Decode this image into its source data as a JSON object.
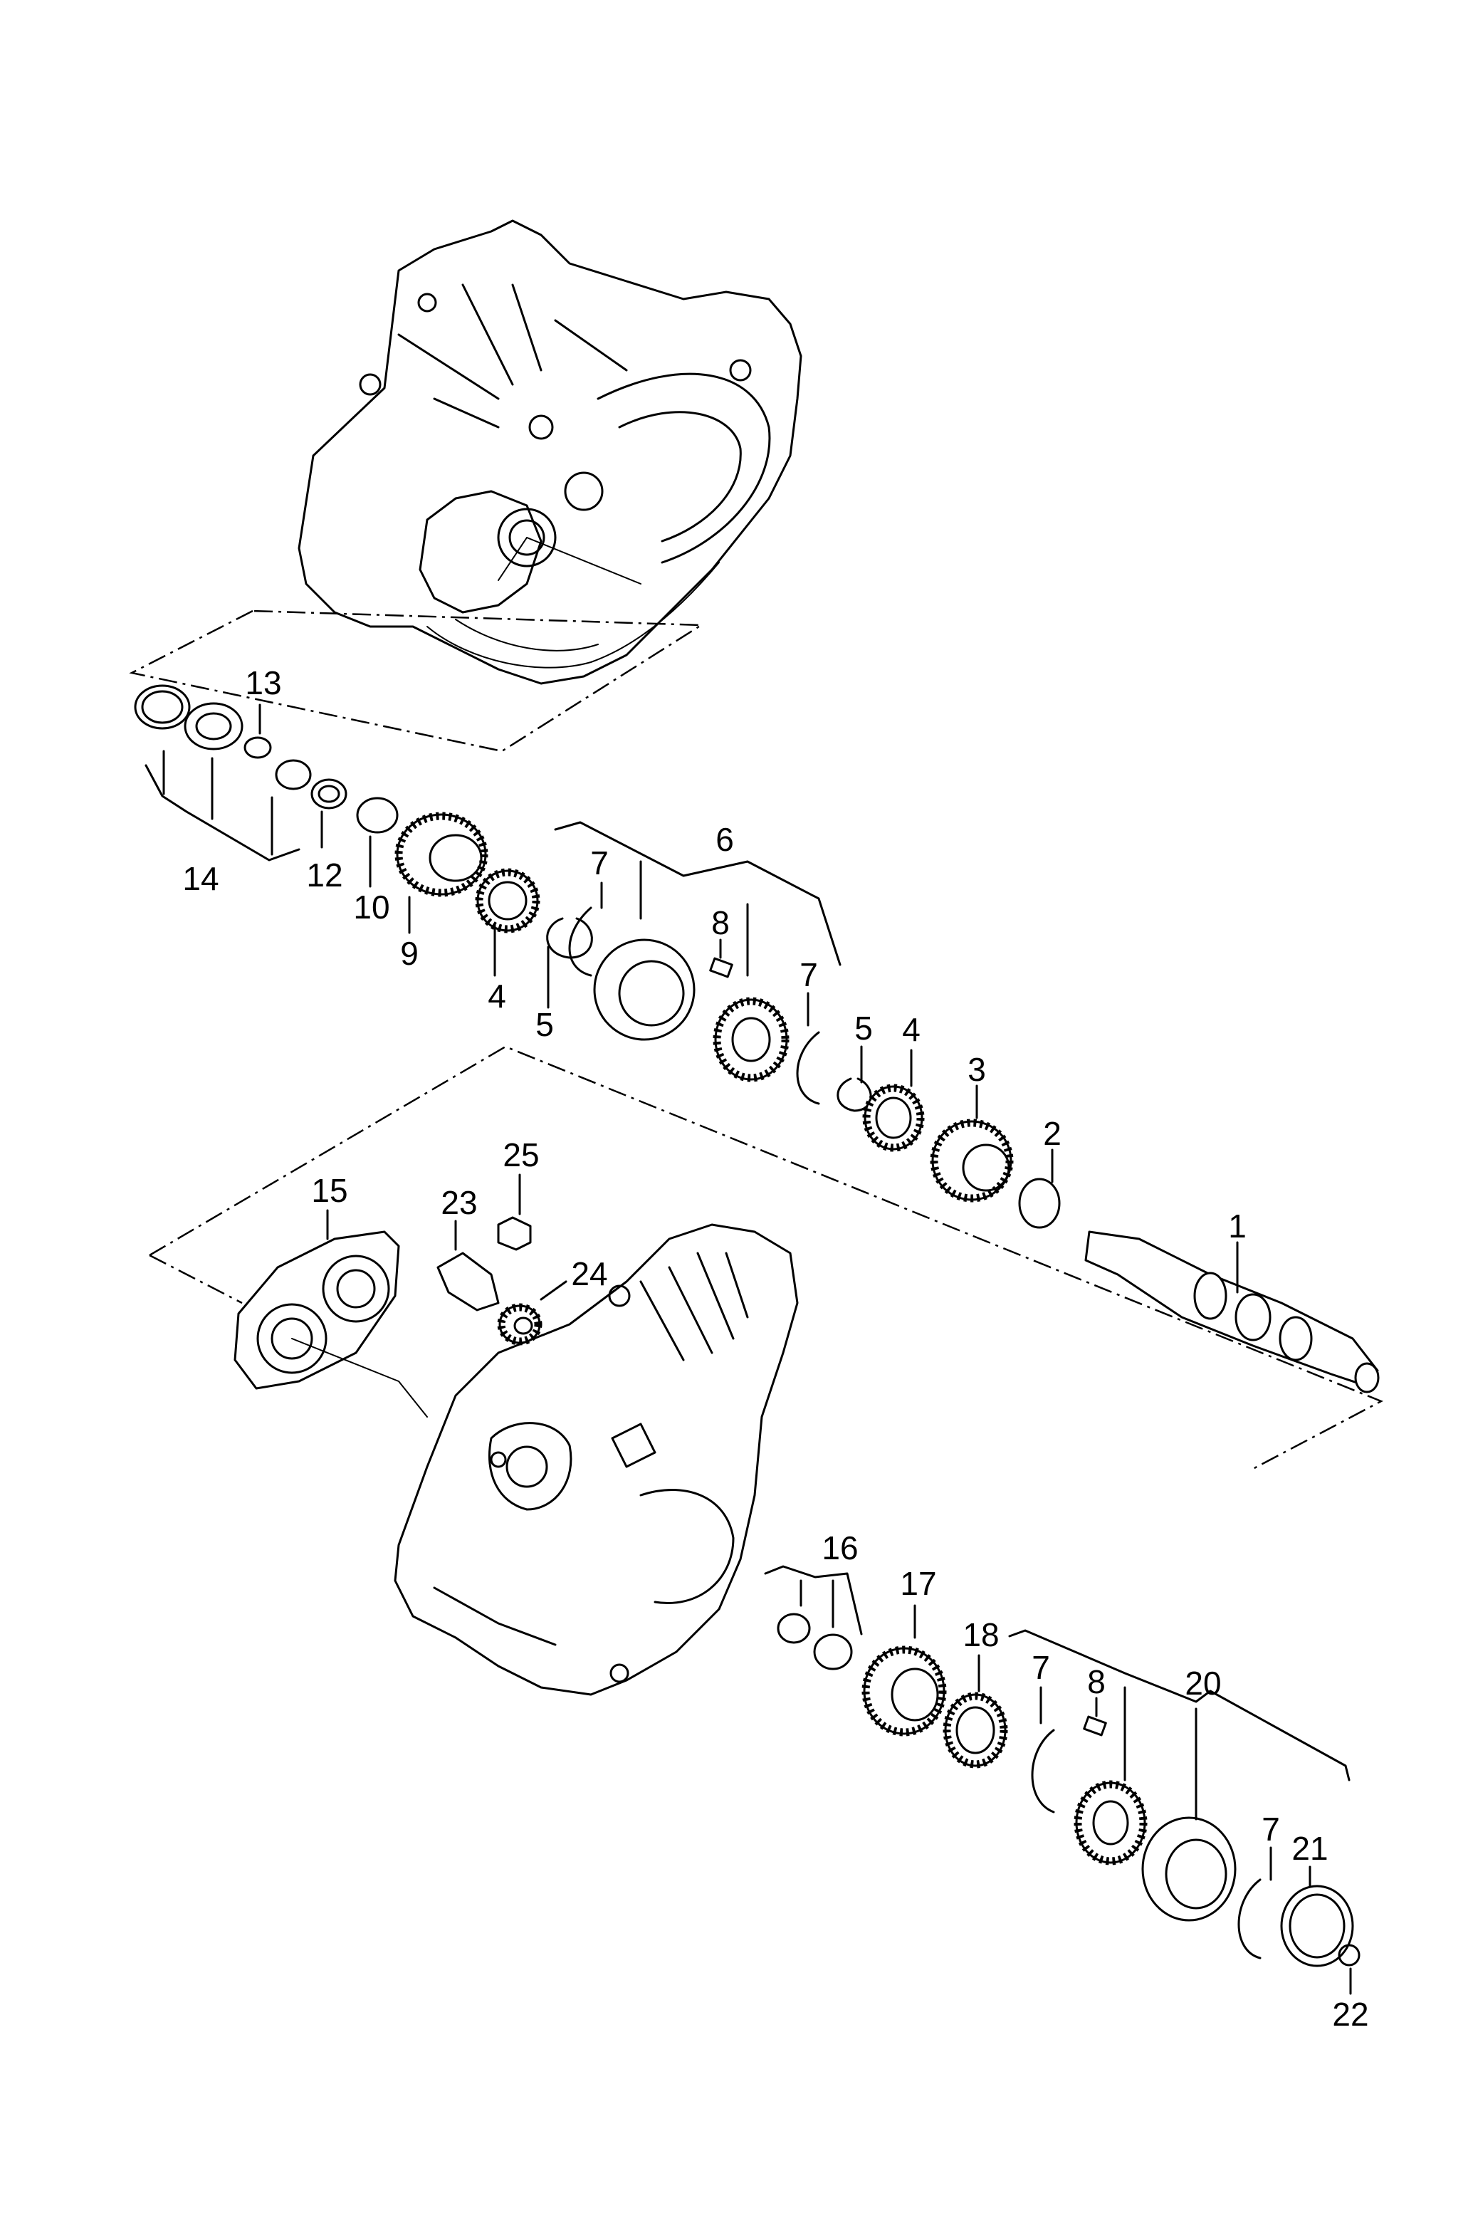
{
  "callouts": [
    {
      "id": "c1",
      "text": "1"
    },
    {
      "id": "c2",
      "text": "2"
    },
    {
      "id": "c3",
      "text": "3"
    },
    {
      "id": "c4a",
      "text": "4"
    },
    {
      "id": "c4b",
      "text": "4"
    },
    {
      "id": "c5a",
      "text": "5"
    },
    {
      "id": "c5b",
      "text": "5"
    },
    {
      "id": "c6",
      "text": "6"
    },
    {
      "id": "c7a",
      "text": "7"
    },
    {
      "id": "c7b",
      "text": "7"
    },
    {
      "id": "c7c",
      "text": "7"
    },
    {
      "id": "c7d",
      "text": "7"
    },
    {
      "id": "c8a",
      "text": "8"
    },
    {
      "id": "c8b",
      "text": "8"
    },
    {
      "id": "c9",
      "text": "9"
    },
    {
      "id": "c10",
      "text": "10"
    },
    {
      "id": "c12",
      "text": "12"
    },
    {
      "id": "c13",
      "text": "13"
    },
    {
      "id": "c14",
      "text": "14"
    },
    {
      "id": "c15",
      "text": "15"
    },
    {
      "id": "c16",
      "text": "16"
    },
    {
      "id": "c17",
      "text": "17"
    },
    {
      "id": "c18",
      "text": "18"
    },
    {
      "id": "c20",
      "text": "20"
    },
    {
      "id": "c21",
      "text": "21"
    },
    {
      "id": "c22",
      "text": "22"
    },
    {
      "id": "c23",
      "text": "23"
    },
    {
      "id": "c24",
      "text": "24"
    },
    {
      "id": "c25",
      "text": "25"
    }
  ]
}
